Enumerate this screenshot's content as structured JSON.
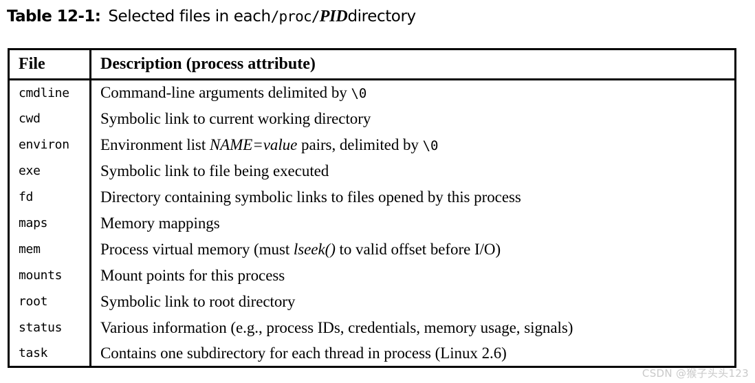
{
  "caption": {
    "label": "Table 12-1:",
    "text_before": "Selected files in each ",
    "path_mono": "/proc/",
    "path_italic": "PID",
    "text_after": " directory",
    "full": "Table 12-1: Selected files in each /proc/PID directory"
  },
  "table": {
    "columns": [
      "File",
      "Description (process attribute)"
    ],
    "rows": [
      {
        "file": "cmdline",
        "desc_parts": [
          {
            "text": "Command-line arguments delimited by ",
            "style": "normal"
          },
          {
            "text": "\\0",
            "style": "mono"
          }
        ],
        "desc_plain": "Command-line arguments delimited by \\0"
      },
      {
        "file": "cwd",
        "desc_parts": [
          {
            "text": "Symbolic link to current working directory",
            "style": "normal"
          }
        ],
        "desc_plain": "Symbolic link to current working directory"
      },
      {
        "file": "environ",
        "desc_parts": [
          {
            "text": "Environment list ",
            "style": "normal"
          },
          {
            "text": "NAME=value",
            "style": "italic"
          },
          {
            "text": " pairs, delimited by ",
            "style": "normal"
          },
          {
            "text": "\\0",
            "style": "mono"
          }
        ],
        "desc_plain": "Environment list NAME=value pairs, delimited by \\0"
      },
      {
        "file": "exe",
        "desc_parts": [
          {
            "text": "Symbolic link to file being executed",
            "style": "normal"
          }
        ],
        "desc_plain": "Symbolic link to file being executed"
      },
      {
        "file": "fd",
        "desc_parts": [
          {
            "text": "Directory containing symbolic links to files opened by this process",
            "style": "normal"
          }
        ],
        "desc_plain": "Directory containing symbolic links to files opened by this process"
      },
      {
        "file": "maps",
        "desc_parts": [
          {
            "text": "Memory mappings",
            "style": "normal"
          }
        ],
        "desc_plain": "Memory mappings"
      },
      {
        "file": "mem",
        "desc_parts": [
          {
            "text": "Process virtual memory (must ",
            "style": "normal"
          },
          {
            "text": "lseek()",
            "style": "italic"
          },
          {
            "text": " to valid offset before I/O)",
            "style": "normal"
          }
        ],
        "desc_plain": "Process virtual memory (must lseek() to valid offset before I/O)"
      },
      {
        "file": "mounts",
        "desc_parts": [
          {
            "text": "Mount points for this process",
            "style": "normal"
          }
        ],
        "desc_plain": "Mount points for this process"
      },
      {
        "file": "root",
        "desc_parts": [
          {
            "text": "Symbolic link to root directory",
            "style": "normal"
          }
        ],
        "desc_plain": "Symbolic link to root directory"
      },
      {
        "file": "status",
        "desc_parts": [
          {
            "text": "Various information (e.g., process IDs, credentials, memory usage, signals)",
            "style": "normal"
          }
        ],
        "desc_plain": "Various information (e.g., process IDs, credentials, memory usage, signals)"
      },
      {
        "file": "task",
        "desc_parts": [
          {
            "text": "Contains one subdirectory for each thread in process (Linux 2.6)",
            "style": "normal"
          }
        ],
        "desc_plain": "Contains one subdirectory for each thread in process (Linux 2.6)"
      }
    ]
  },
  "watermark": {
    "text": "CSDN @猴子头头123",
    "color": "#c9c9c9"
  },
  "colors": {
    "background": "#ffffff",
    "text": "#000000",
    "border": "#000000"
  }
}
